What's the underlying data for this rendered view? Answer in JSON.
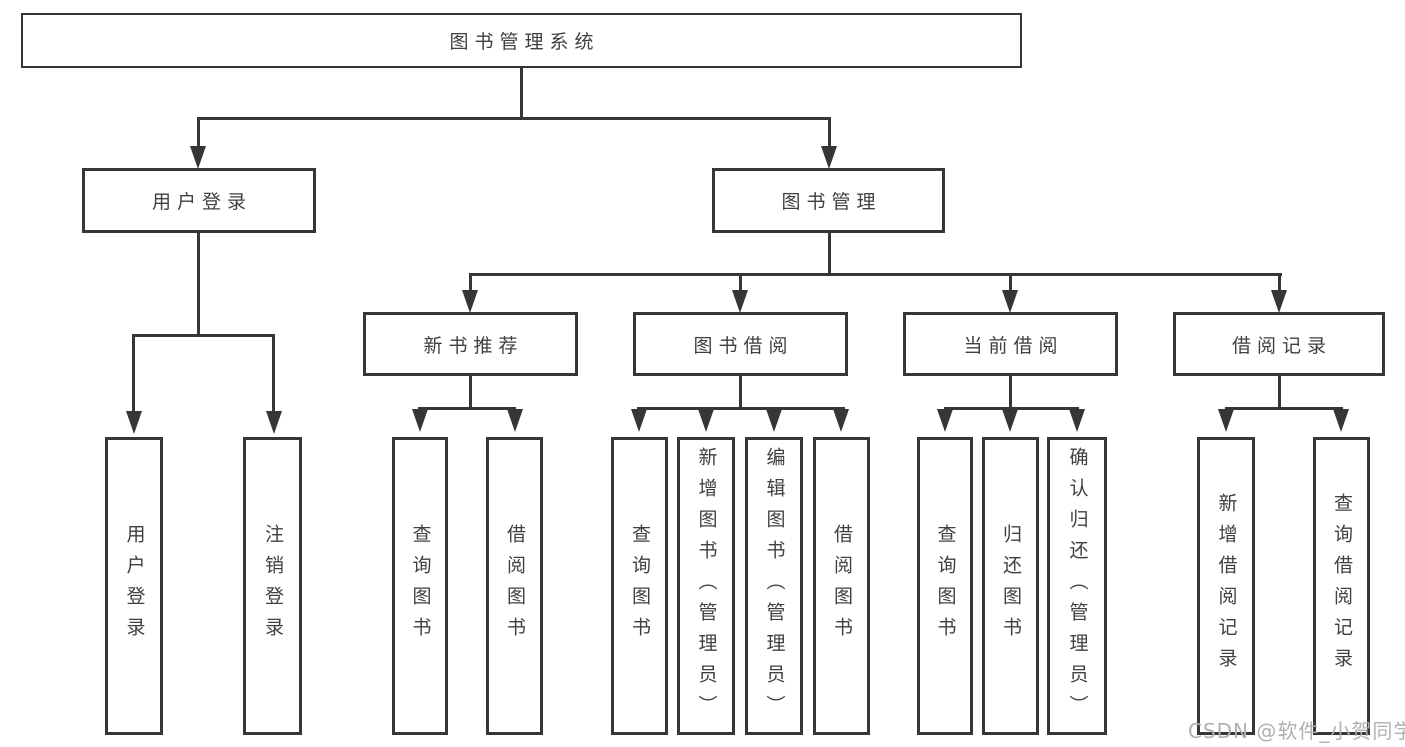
{
  "tree": {
    "root": {
      "label": "图书管理系统"
    },
    "children": [
      {
        "label": "用户登录",
        "children": [
          {
            "label": "用户登录"
          },
          {
            "label": "注销登录"
          }
        ]
      },
      {
        "label": "图书管理",
        "children": [
          {
            "label": "新书推荐",
            "children": [
              {
                "label": "查询图书"
              },
              {
                "label": "借阅图书"
              }
            ]
          },
          {
            "label": "图书借阅",
            "children": [
              {
                "label": "查询图书"
              },
              {
                "label": "新增图书（管理员）"
              },
              {
                "label": "编辑图书（管理员）"
              },
              {
                "label": "借阅图书"
              }
            ]
          },
          {
            "label": "当前借阅",
            "children": [
              {
                "label": "查询图书"
              },
              {
                "label": "归还图书"
              },
              {
                "label": "确认归还（管理员）"
              }
            ]
          },
          {
            "label": "借阅记录",
            "children": [
              {
                "label": "新增借阅记录"
              },
              {
                "label": "查询借阅记录"
              }
            ]
          }
        ]
      }
    ]
  },
  "watermark": "CSDN @软件_小贺同学",
  "colors": {
    "line": "#363636",
    "text": "#404040",
    "watermark": "#b0b0b0"
  }
}
